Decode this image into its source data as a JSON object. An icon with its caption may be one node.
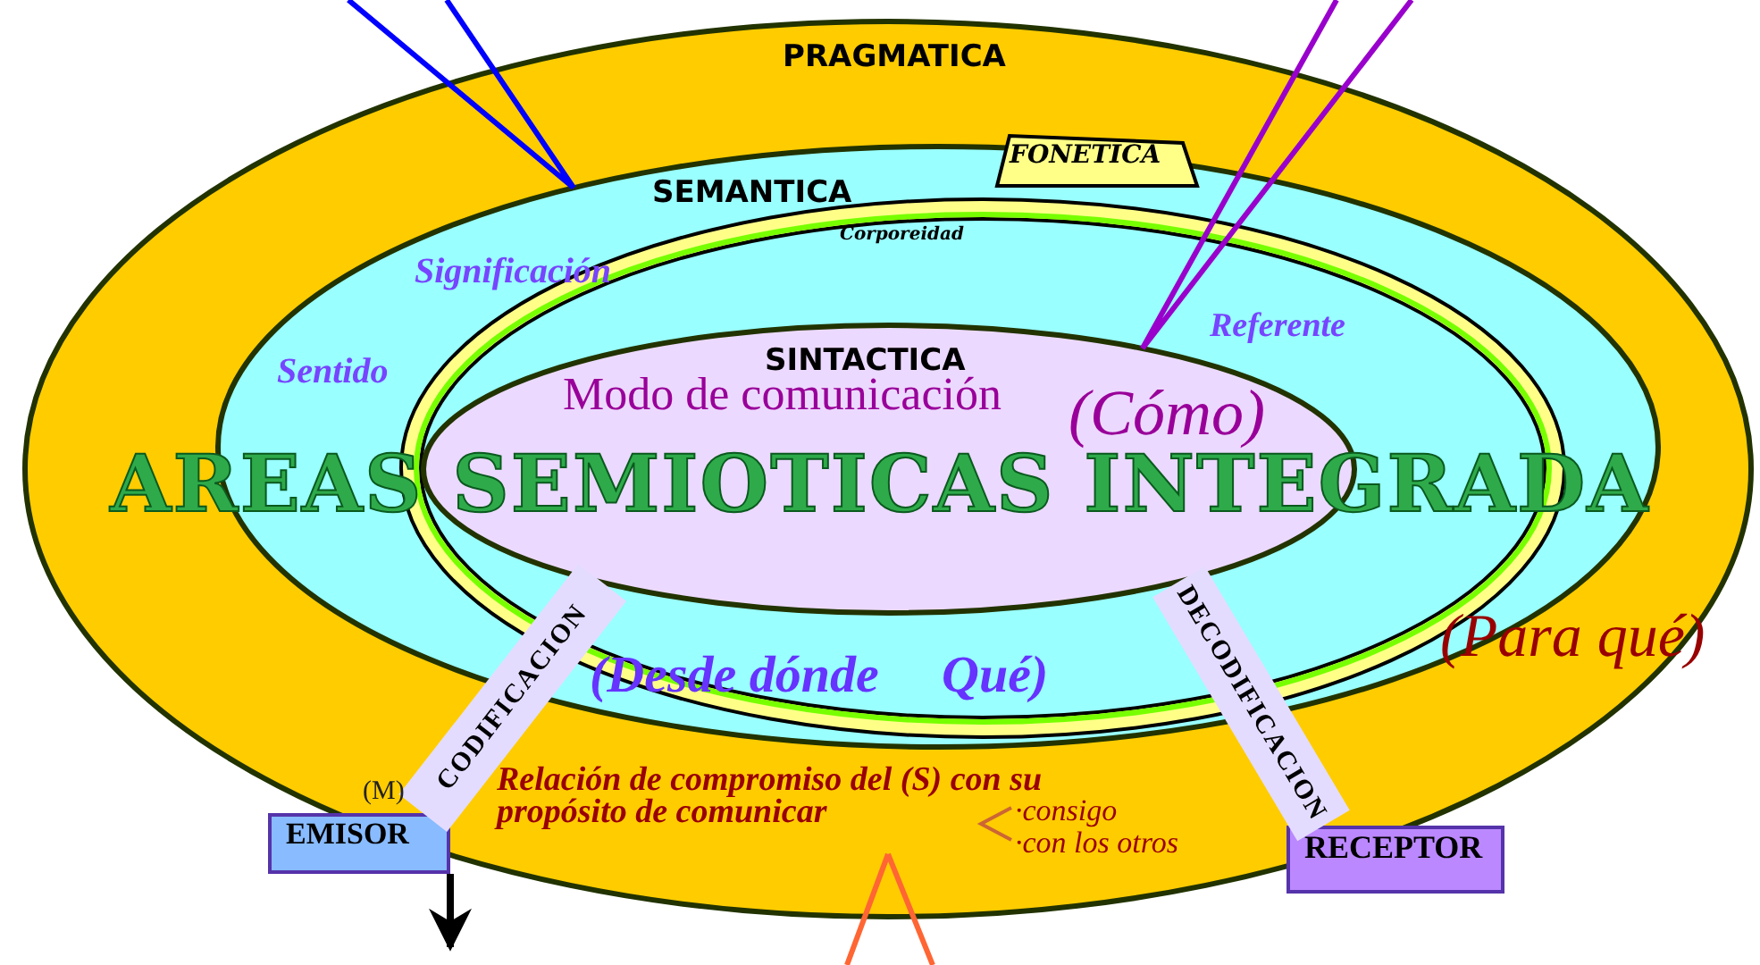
{
  "diagram": {
    "title": "AREAS SEMIOTICAS INTEGRADA",
    "nodes": [
      {
        "text": [
          "PRAGMATICA"
        ]
      },
      {
        "text": [
          "SEMANTICA"
        ],
        "in": 0
      },
      {
        "text": [
          "FONETICA",
          "Corporeidad"
        ],
        "in": 1
      },
      {
        "text": [
          "SINTACTICA"
        ],
        "in": 2
      },
      {
        "text": [
          "EMISOR"
        ]
      },
      {
        "text": [
          "RECEPTOR"
        ]
      }
    ],
    "edges": [
      {
        "from": null,
        "to": 1,
        "arrow": "none",
        "color": "#0000ff"
      },
      {
        "from": null,
        "to": 3,
        "arrow": "none",
        "color": "#9900cc"
      },
      {
        "from": null,
        "to": 0,
        "arrow": "none",
        "color": "#ff6633"
      },
      {
        "from": 4,
        "to": null,
        "arrow": "to",
        "color": "#000000"
      },
      {
        "from": 4,
        "to": 3,
        "arrow": "none",
        "label": "CODIFICACION",
        "style": "thick"
      },
      {
        "from": 3,
        "to": 5,
        "arrow": "none",
        "label": "DECODIFICACION",
        "style": "thick"
      }
    ],
    "labels": [
      "Significación",
      "Sentido",
      "Referente",
      "Modo de comunicación",
      "(Cómo)",
      "(Desde dónde",
      "Qué)",
      "(Para qué)",
      "(M)",
      "Relación de compromiso del (S) con su propósito de comunicar",
      "·consigo",
      "·con los otros"
    ]
  }
}
